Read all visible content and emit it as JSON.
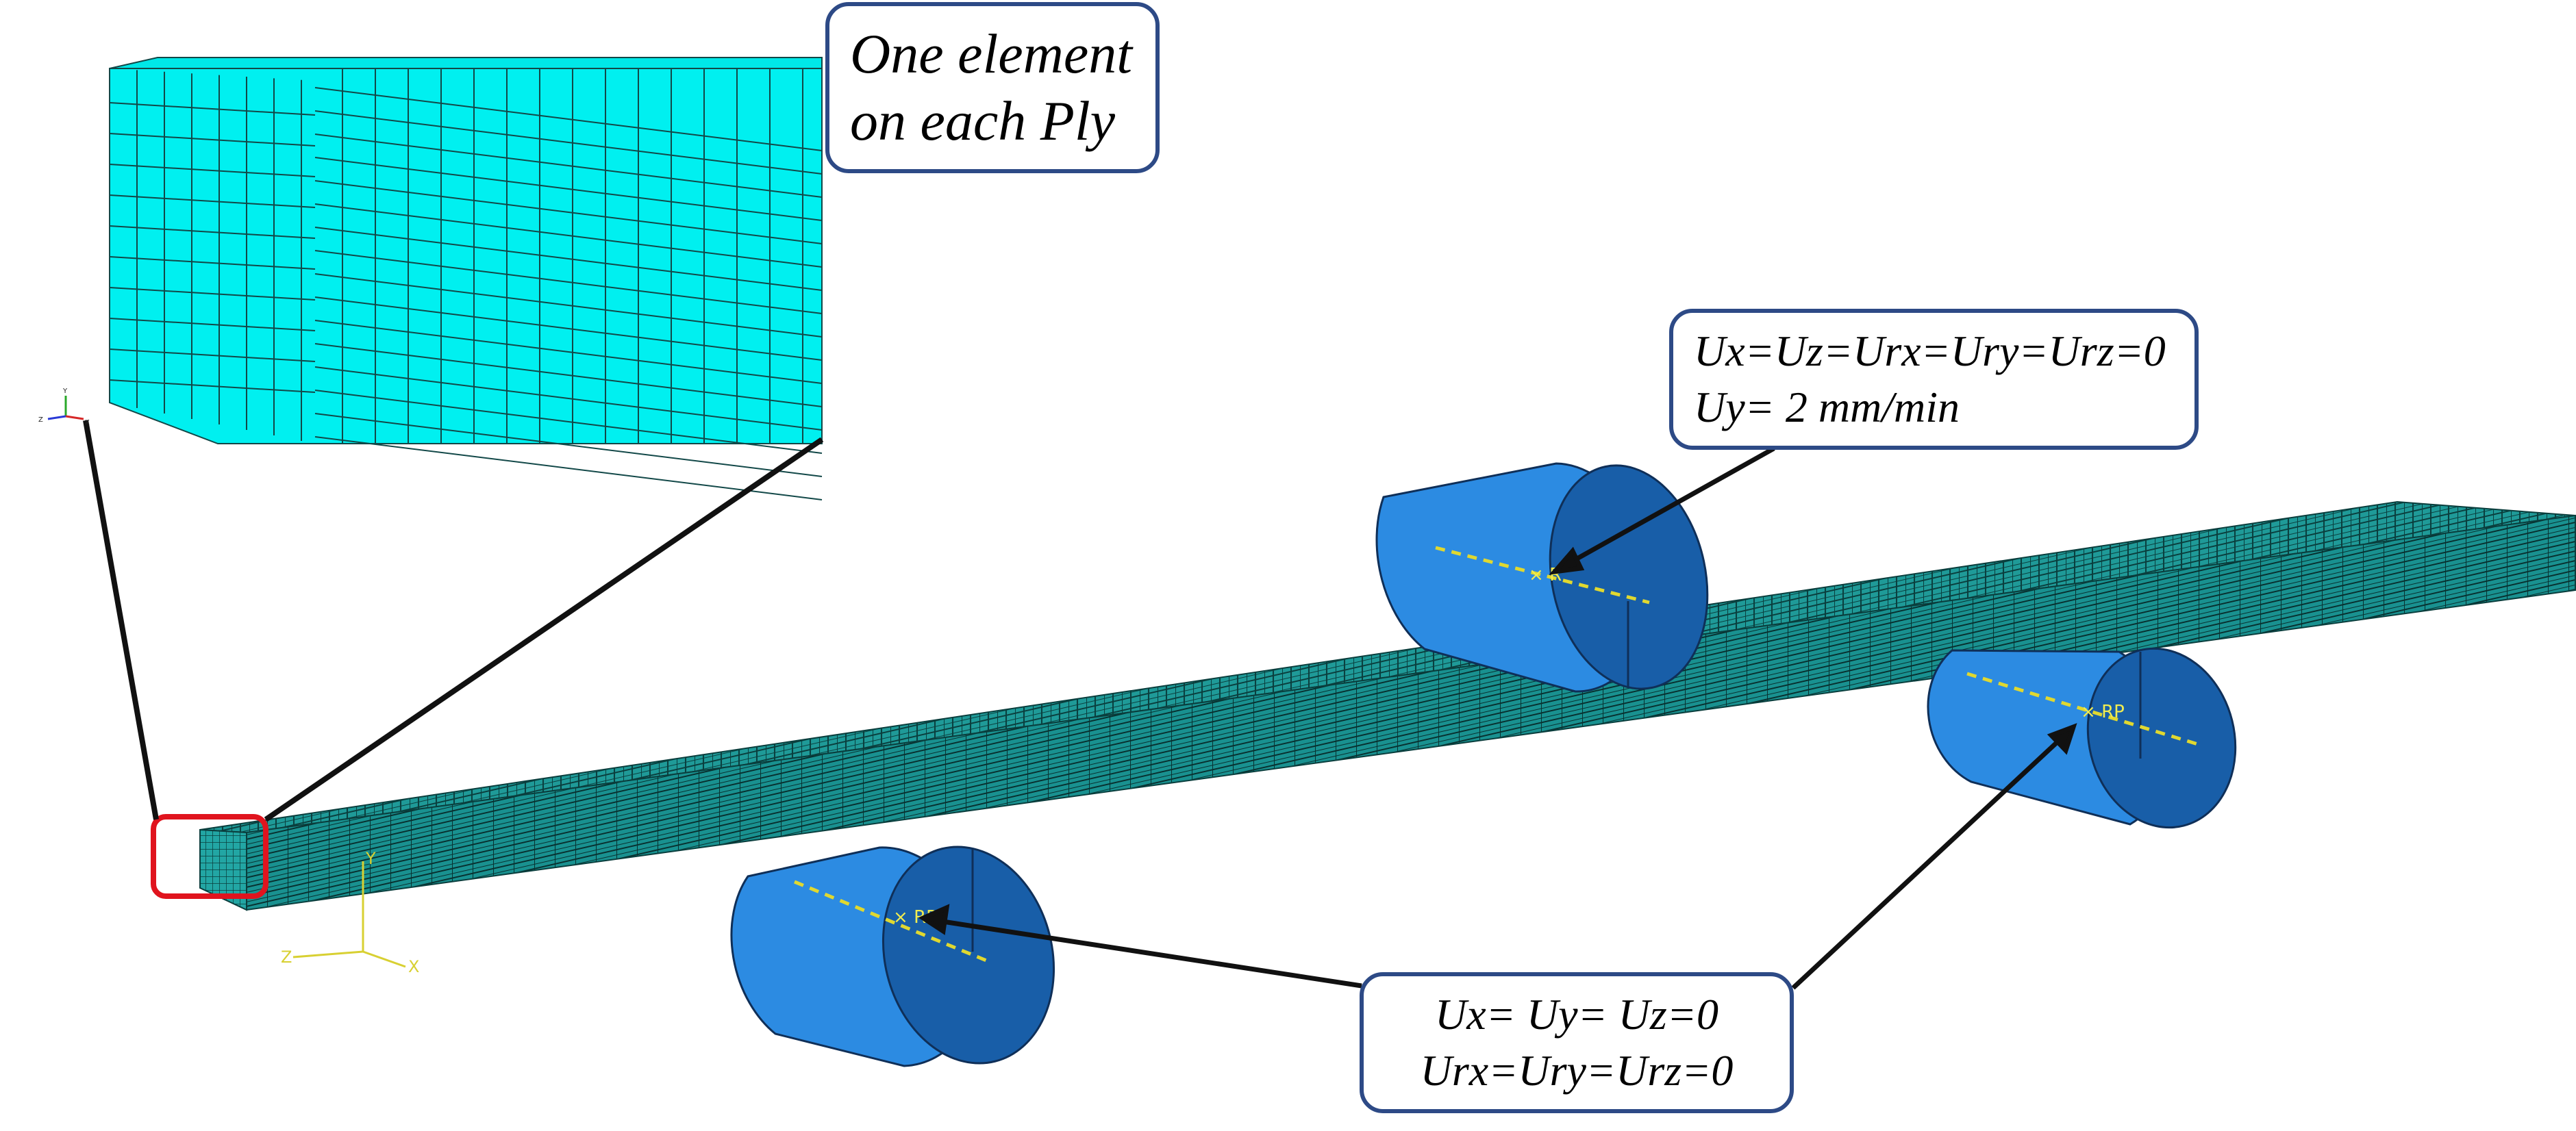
{
  "callouts": {
    "ply": {
      "line1": "One element",
      "line2": "on each Ply"
    },
    "loading_roller": {
      "line1": "Ux=Uz=Urx=Ury=Urz=0",
      "line2": "Uy= 2 mm/min"
    },
    "support_rollers": {
      "line1": "Ux= Uy= Uz=0",
      "line2": "Urx=Ury=Urz=0"
    }
  },
  "reference_points": {
    "label": "RP",
    "label_truncated": "R"
  },
  "axis_triad": {
    "x": "X",
    "y": "Y",
    "z": "Z"
  },
  "colors": {
    "mesh_fill": "#1f9a98",
    "mesh_lines": "#0a3e3d",
    "zoom_mesh_fill": "#00f0f0",
    "roller_face": "#2c8be2",
    "roller_cap": "#185ea8",
    "callout_border": "#2d4a86",
    "highlight_box": "#e0141e",
    "rp_marker": "#f0ec50"
  }
}
